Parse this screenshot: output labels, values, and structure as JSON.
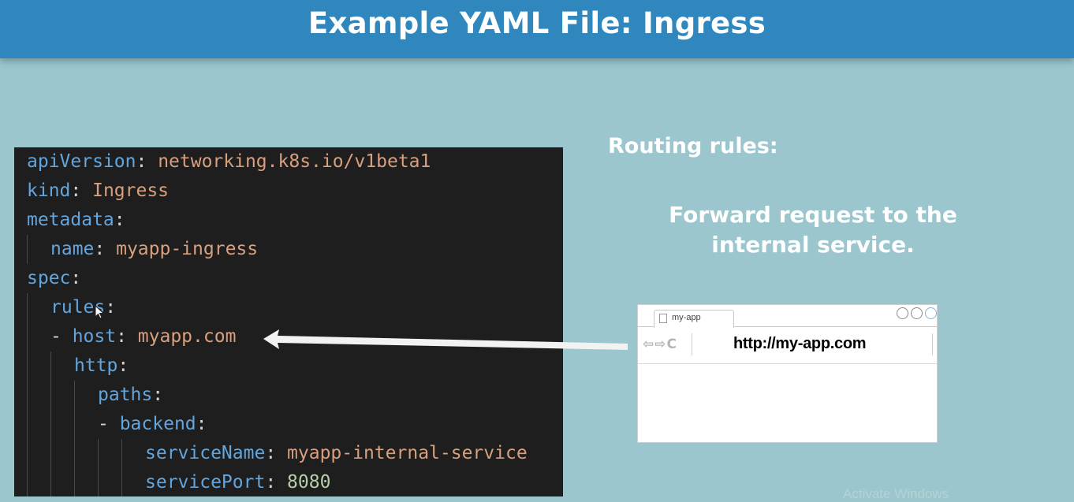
{
  "slide": {
    "title": "Example YAML File: Ingress"
  },
  "code": {
    "lines": [
      {
        "key": "apiVersion",
        "sep": ": ",
        "value": "networking.k8s.io/v1beta1",
        "value_type": "string"
      },
      {
        "key": "kind",
        "sep": ": ",
        "value": "Ingress",
        "value_type": "string"
      },
      {
        "key": "metadata",
        "sep": ":",
        "value": "",
        "value_type": "none"
      },
      {
        "key": "name",
        "sep": ": ",
        "value": "myapp-ingress",
        "value_type": "string"
      },
      {
        "key": "spec",
        "sep": ":",
        "value": "",
        "value_type": "none"
      },
      {
        "key": "rules",
        "sep": ":",
        "value": "",
        "value_type": "none"
      },
      {
        "dash": "- ",
        "key": "host",
        "sep": ": ",
        "value": "myapp.com",
        "value_type": "string"
      },
      {
        "key": "http",
        "sep": ":",
        "value": "",
        "value_type": "none"
      },
      {
        "key": "paths",
        "sep": ":",
        "value": "",
        "value_type": "none"
      },
      {
        "dash": "- ",
        "key": "backend",
        "sep": ":",
        "value": "",
        "value_type": "none"
      },
      {
        "key": "serviceName",
        "sep": ": ",
        "value": "myapp-internal-service",
        "value_type": "string"
      },
      {
        "key": "servicePort",
        "sep": ": ",
        "value": "8080",
        "value_type": "number"
      }
    ]
  },
  "annotation": {
    "heading": "Routing rules:",
    "description_line1": "Forward request to the",
    "description_line2": "internal service."
  },
  "browser": {
    "tab_label": "my-app",
    "nav_icons": "⇦⇨C",
    "url": "http://my-app.com"
  },
  "watermark": "Activate Windows",
  "colors": {
    "title_bar": "#2f87bd",
    "background": "#9bc6cd",
    "code_background": "#1e1e1e",
    "yaml_key": "#63a5dc",
    "yaml_string": "#d99f7f",
    "yaml_number": "#b5cea8"
  }
}
